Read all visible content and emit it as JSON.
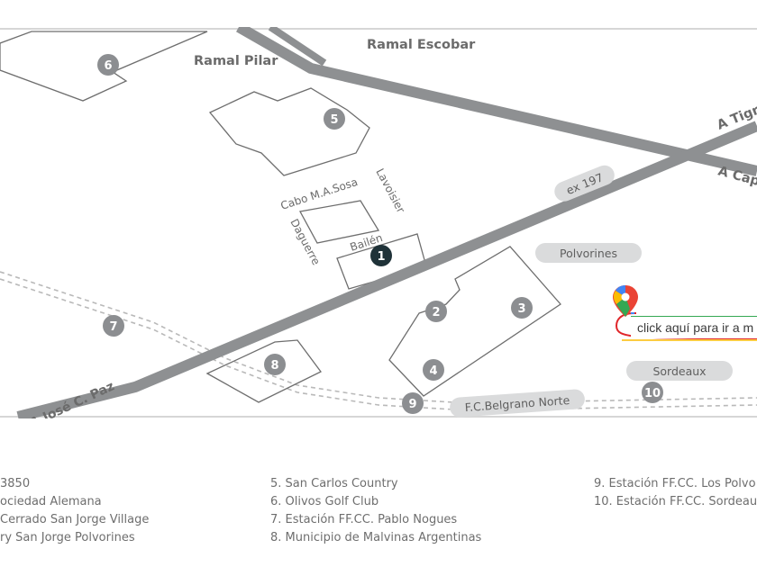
{
  "streets": {
    "ramal_pilar": "Ramal Pilar",
    "ramal_escobar": "Ramal Escobar",
    "a_tigre": "A Tigre",
    "a_capital": "A Cap",
    "ex_197": "ex 197",
    "a_jose_c_paz": "A José C. Paz",
    "cabo_sosa": "Cabo M.A.Sosa",
    "lavoisier": "Lavoisier",
    "daguerre": "Daguerre",
    "bailen": "Bailén"
  },
  "pills": {
    "polvorines": "Polvorines",
    "sordeaux": "Sordeaux",
    "fc_belgrano": "F.C.Belgrano Norte"
  },
  "markers": {
    "m1": "1",
    "m2": "2",
    "m3": "3",
    "m4": "4",
    "m5": "5",
    "m6": "6",
    "m7": "7",
    "m8": "8",
    "m9": "9",
    "m10": "10"
  },
  "maps_link": {
    "text": "click aquí para ir a m",
    "icon": "google-maps-pin-icon"
  },
  "legend": {
    "col1": [
      "3850",
      "ociedad Alemana",
      "Cerrado San Jorge Village",
      "ry San Jorge Polvorines"
    ],
    "col2": [
      "5. San Carlos Country",
      "6. Olivos Golf Club",
      "7. Estación FF.CC. Pablo Nogues",
      "8. Municipio de Malvinas Argentinas"
    ],
    "col3": [
      "9. Estación FF.CC. Los Polvo",
      "10. Estación FF.CC. Sordeau"
    ]
  },
  "colors": {
    "road": "#8e9092",
    "marker": "#8c8e91",
    "marker_main": "#1f3238",
    "pill": "#dadbdc",
    "outline": "#6e6e6e",
    "rail": "#b5b5b5"
  }
}
